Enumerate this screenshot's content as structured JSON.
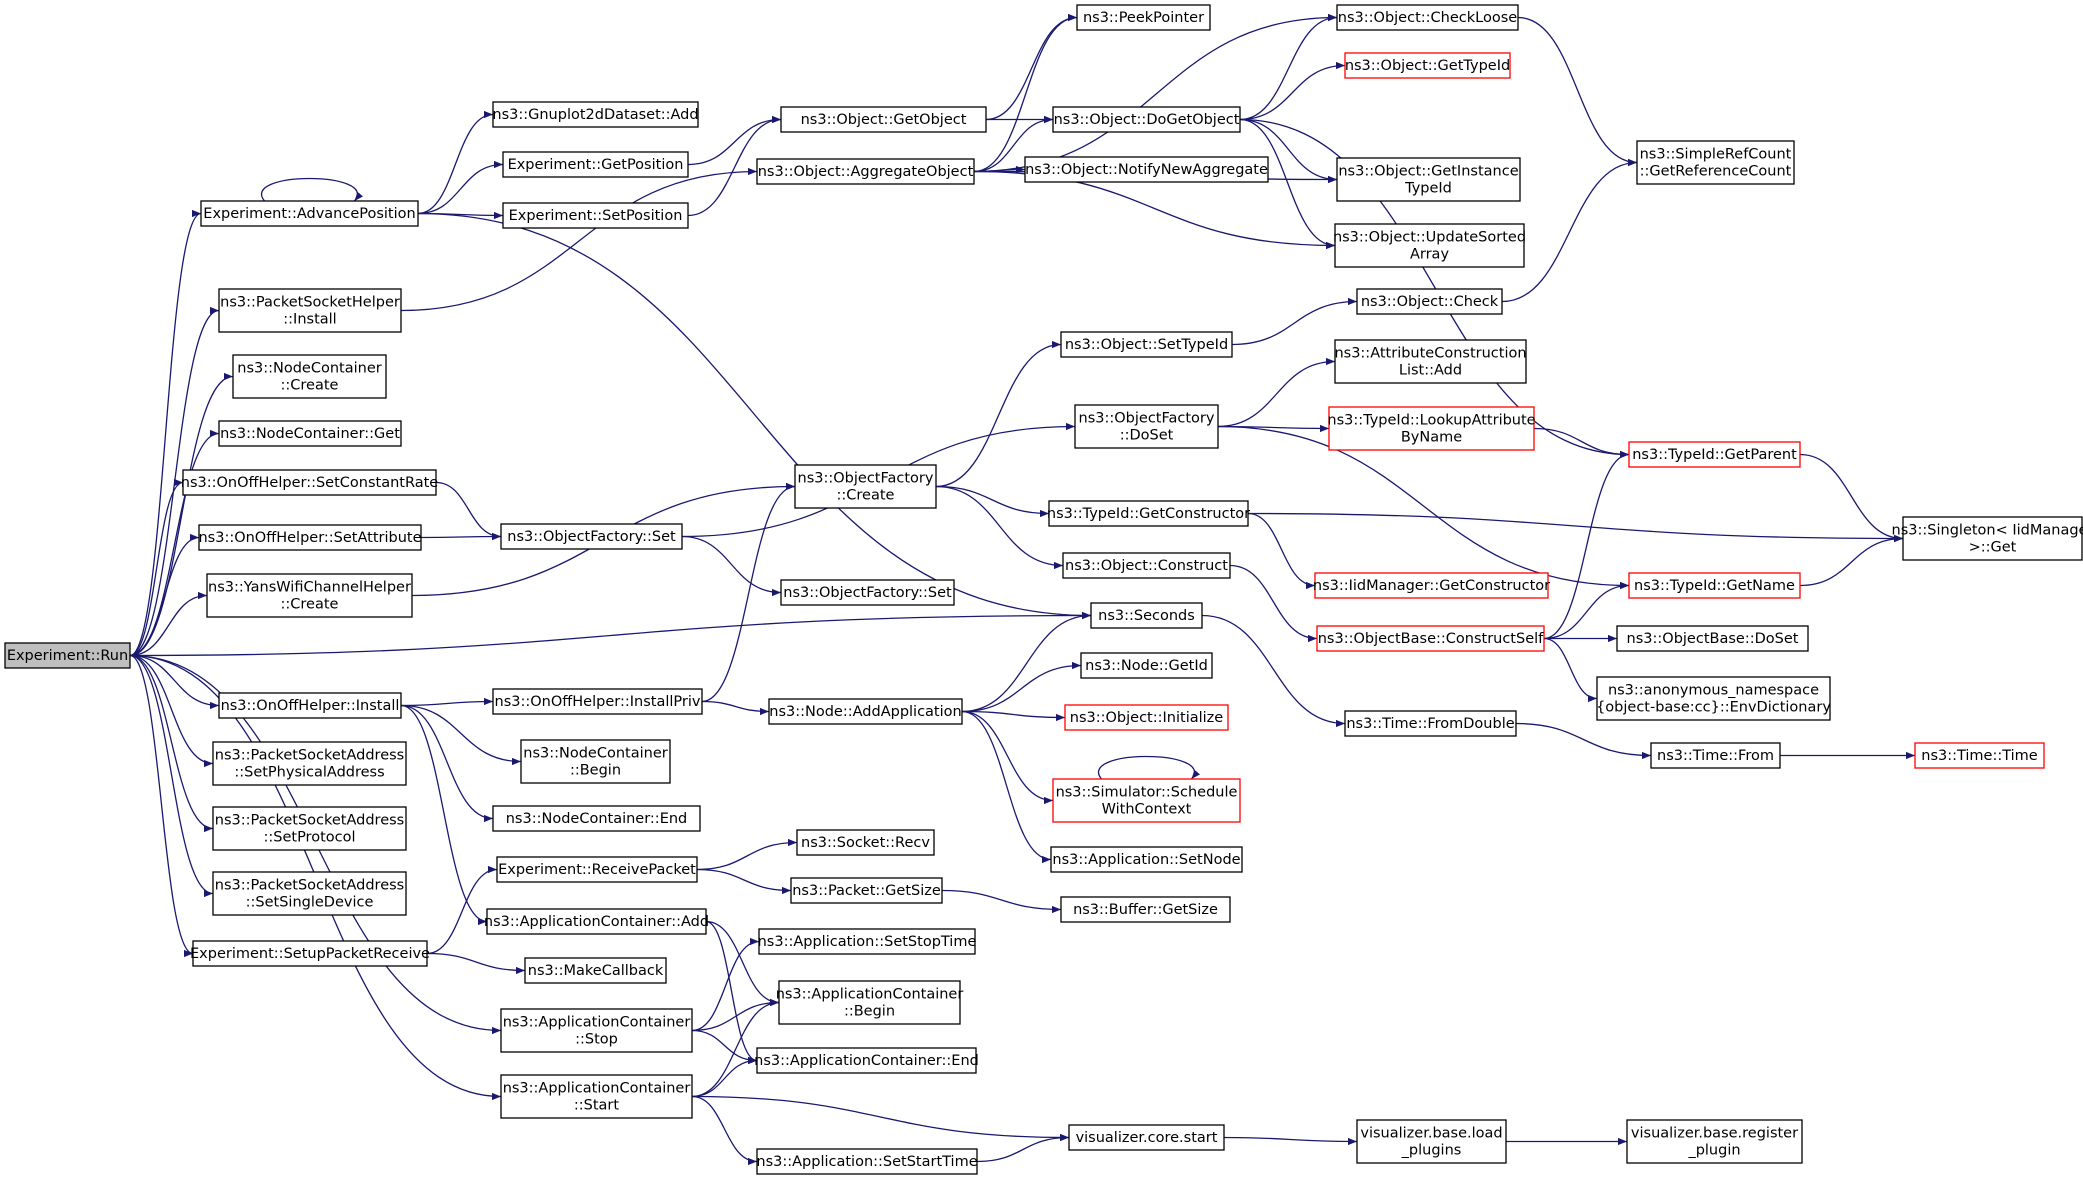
{
  "graph": {
    "nodes": [
      {
        "id": "experiment-run",
        "lines": [
          "Experiment::Run"
        ],
        "root": true
      },
      {
        "id": "advance-position",
        "lines": [
          "Experiment::AdvancePosition"
        ]
      },
      {
        "id": "packet-socket-helper-install",
        "lines": [
          "ns3::PacketSocketHelper",
          "::Install"
        ]
      },
      {
        "id": "node-container-create",
        "lines": [
          "ns3::NodeContainer",
          "::Create"
        ]
      },
      {
        "id": "node-container-get",
        "lines": [
          "ns3::NodeContainer::Get"
        ]
      },
      {
        "id": "onoff-set-constant-rate",
        "lines": [
          "ns3::OnOffHelper::SetConstantRate"
        ]
      },
      {
        "id": "onoff-set-attribute",
        "lines": [
          "ns3::OnOffHelper::SetAttribute"
        ]
      },
      {
        "id": "yans-wifi-channel-create",
        "lines": [
          "ns3::YansWifiChannelHelper",
          "::Create"
        ]
      },
      {
        "id": "onoff-install",
        "lines": [
          "ns3::OnOffHelper::Install"
        ]
      },
      {
        "id": "psa-set-physical-address",
        "lines": [
          "ns3::PacketSocketAddress",
          "::SetPhysicalAddress"
        ]
      },
      {
        "id": "psa-set-protocol",
        "lines": [
          "ns3::PacketSocketAddress",
          "::SetProtocol"
        ]
      },
      {
        "id": "psa-set-single-device",
        "lines": [
          "ns3::PacketSocketAddress",
          "::SetSingleDevice"
        ]
      },
      {
        "id": "setup-packet-receive",
        "lines": [
          "Experiment::SetupPacketReceive"
        ]
      },
      {
        "id": "gnuplot-add",
        "lines": [
          "ns3::Gnuplot2dDataset::Add"
        ]
      },
      {
        "id": "get-position",
        "lines": [
          "Experiment::GetPosition"
        ]
      },
      {
        "id": "set-position",
        "lines": [
          "Experiment::SetPosition"
        ]
      },
      {
        "id": "object-factory-set-a",
        "lines": [
          "ns3::ObjectFactory::Set"
        ]
      },
      {
        "id": "onoff-install-priv",
        "lines": [
          "ns3::OnOffHelper::InstallPriv"
        ]
      },
      {
        "id": "node-container-begin",
        "lines": [
          "ns3::NodeContainer",
          "::Begin"
        ]
      },
      {
        "id": "node-container-end",
        "lines": [
          "ns3::NodeContainer::End"
        ]
      },
      {
        "id": "receive-packet",
        "lines": [
          "Experiment::ReceivePacket"
        ]
      },
      {
        "id": "app-container-add",
        "lines": [
          "ns3::ApplicationContainer::Add"
        ]
      },
      {
        "id": "make-callback",
        "lines": [
          "ns3::MakeCallback"
        ]
      },
      {
        "id": "app-container-stop",
        "lines": [
          "ns3::ApplicationContainer",
          "::Stop"
        ]
      },
      {
        "id": "app-container-start",
        "lines": [
          "ns3::ApplicationContainer",
          "::Start"
        ]
      },
      {
        "id": "object-get-object",
        "lines": [
          "ns3::Object::GetObject"
        ]
      },
      {
        "id": "object-aggregate-object",
        "lines": [
          "ns3::Object::AggregateObject"
        ]
      },
      {
        "id": "object-factory-create",
        "lines": [
          "ns3::ObjectFactory",
          "::Create"
        ]
      },
      {
        "id": "object-factory-set-b",
        "lines": [
          "ns3::ObjectFactory::Set"
        ]
      },
      {
        "id": "node-add-application",
        "lines": [
          "ns3::Node::AddApplication"
        ]
      },
      {
        "id": "socket-recv",
        "lines": [
          "ns3::Socket::Recv"
        ]
      },
      {
        "id": "packet-get-size",
        "lines": [
          "ns3::Packet::GetSize"
        ]
      },
      {
        "id": "app-set-stop-time",
        "lines": [
          "ns3::Application::SetStopTime"
        ]
      },
      {
        "id": "app-container-begin",
        "lines": [
          "ns3::ApplicationContainer",
          "::Begin"
        ]
      },
      {
        "id": "app-container-end",
        "lines": [
          "ns3::ApplicationContainer::End"
        ]
      },
      {
        "id": "app-set-start-time",
        "lines": [
          "ns3::Application::SetStartTime"
        ]
      },
      {
        "id": "peek-pointer",
        "lines": [
          "ns3::PeekPointer"
        ]
      },
      {
        "id": "object-do-get-object",
        "lines": [
          "ns3::Object::DoGetObject"
        ]
      },
      {
        "id": "object-notify-new-aggregate",
        "lines": [
          "ns3::Object::NotifyNewAggregate"
        ]
      },
      {
        "id": "object-set-type-id",
        "lines": [
          "ns3::Object::SetTypeId"
        ]
      },
      {
        "id": "object-factory-do-set",
        "lines": [
          "ns3::ObjectFactory",
          "::DoSet"
        ]
      },
      {
        "id": "typeid-get-constructor",
        "lines": [
          "ns3::TypeId::GetConstructor"
        ]
      },
      {
        "id": "object-construct",
        "lines": [
          "ns3::Object::Construct"
        ]
      },
      {
        "id": "seconds",
        "lines": [
          "ns3::Seconds"
        ]
      },
      {
        "id": "node-get-id",
        "lines": [
          "ns3::Node::GetId"
        ]
      },
      {
        "id": "object-initialize",
        "lines": [
          "ns3::Object::Initialize"
        ],
        "truncated": true
      },
      {
        "id": "simulator-schedule-with-context",
        "lines": [
          "ns3::Simulator::Schedule",
          "WithContext"
        ],
        "truncated": true
      },
      {
        "id": "app-set-node",
        "lines": [
          "ns3::Application::SetNode"
        ]
      },
      {
        "id": "buffer-get-size",
        "lines": [
          "ns3::Buffer::GetSize"
        ]
      },
      {
        "id": "visualizer-core-start",
        "lines": [
          "visualizer.core.start"
        ]
      },
      {
        "id": "object-check-loose",
        "lines": [
          "ns3::Object::CheckLoose"
        ]
      },
      {
        "id": "object-get-type-id",
        "lines": [
          "ns3::Object::GetTypeId"
        ],
        "truncated": true
      },
      {
        "id": "object-get-instance-type-id",
        "lines": [
          "ns3::Object::GetInstance",
          "TypeId"
        ]
      },
      {
        "id": "object-update-sorted-array",
        "lines": [
          "ns3::Object::UpdateSorted",
          "Array"
        ]
      },
      {
        "id": "object-check",
        "lines": [
          "ns3::Object::Check"
        ]
      },
      {
        "id": "attribute-construction-list-add",
        "lines": [
          "ns3::AttributeConstruction",
          "List::Add"
        ]
      },
      {
        "id": "typeid-lookup-attribute-by-name",
        "lines": [
          "ns3::TypeId::LookupAttribute",
          "ByName"
        ],
        "truncated": true
      },
      {
        "id": "iidmanager-get-constructor",
        "lines": [
          "ns3::IidManager::GetConstructor"
        ],
        "truncated": true
      },
      {
        "id": "objectbase-construct-self",
        "lines": [
          "ns3::ObjectBase::ConstructSelf"
        ],
        "truncated": true
      },
      {
        "id": "time-from-double",
        "lines": [
          "ns3::Time::FromDouble"
        ]
      },
      {
        "id": "visualizer-base-load-plugins",
        "lines": [
          "visualizer.base.load",
          "_plugins"
        ]
      },
      {
        "id": "simple-ref-count-get-reference-count",
        "lines": [
          "ns3::SimpleRefCount",
          "::GetReferenceCount"
        ]
      },
      {
        "id": "typeid-get-parent",
        "lines": [
          "ns3::TypeId::GetParent"
        ],
        "truncated": true
      },
      {
        "id": "typeid-get-name",
        "lines": [
          "ns3::TypeId::GetName"
        ],
        "truncated": true
      },
      {
        "id": "objectbase-do-set",
        "lines": [
          "ns3::ObjectBase::DoSet"
        ]
      },
      {
        "id": "anonymous-namespace-env-dictionary",
        "lines": [
          "ns3::anonymous_namespace",
          "{object-base:cc}::EnvDictionary"
        ]
      },
      {
        "id": "time-from",
        "lines": [
          "ns3::Time::From"
        ]
      },
      {
        "id": "visualizer-base-register-plugin",
        "lines": [
          "visualizer.base.register",
          "_plugin"
        ]
      },
      {
        "id": "singleton-iidmanager-get",
        "lines": [
          "ns3::Singleton< IidManager",
          ">::Get"
        ]
      },
      {
        "id": "time-time",
        "lines": [
          "ns3::Time::Time"
        ],
        "truncated": true
      }
    ],
    "edges": [
      [
        "experiment-run",
        "advance-position"
      ],
      [
        "experiment-run",
        "packet-socket-helper-install"
      ],
      [
        "experiment-run",
        "node-container-create"
      ],
      [
        "experiment-run",
        "node-container-get"
      ],
      [
        "experiment-run",
        "onoff-set-constant-rate"
      ],
      [
        "experiment-run",
        "onoff-set-attribute"
      ],
      [
        "experiment-run",
        "yans-wifi-channel-create"
      ],
      [
        "experiment-run",
        "seconds"
      ],
      [
        "experiment-run",
        "onoff-install"
      ],
      [
        "experiment-run",
        "psa-set-physical-address"
      ],
      [
        "experiment-run",
        "psa-set-protocol"
      ],
      [
        "experiment-run",
        "psa-set-single-device"
      ],
      [
        "experiment-run",
        "setup-packet-receive"
      ],
      [
        "experiment-run",
        "app-container-stop"
      ],
      [
        "experiment-run",
        "app-container-start"
      ],
      [
        "advance-position",
        "advance-position"
      ],
      [
        "advance-position",
        "gnuplot-add"
      ],
      [
        "advance-position",
        "get-position"
      ],
      [
        "advance-position",
        "set-position"
      ],
      [
        "advance-position",
        "seconds"
      ],
      [
        "get-position",
        "object-get-object"
      ],
      [
        "set-position",
        "object-get-object"
      ],
      [
        "packet-socket-helper-install",
        "object-aggregate-object"
      ],
      [
        "onoff-set-constant-rate",
        "object-factory-set-a"
      ],
      [
        "onoff-set-attribute",
        "object-factory-set-a"
      ],
      [
        "object-factory-set-a",
        "object-factory-do-set"
      ],
      [
        "object-factory-set-a",
        "object-factory-set-b"
      ],
      [
        "yans-wifi-channel-create",
        "object-factory-create"
      ],
      [
        "onoff-install",
        "onoff-install-priv"
      ],
      [
        "onoff-install",
        "node-container-begin"
      ],
      [
        "onoff-install",
        "node-container-end"
      ],
      [
        "onoff-install",
        "app-container-add"
      ],
      [
        "onoff-install-priv",
        "object-factory-create"
      ],
      [
        "onoff-install-priv",
        "node-add-application"
      ],
      [
        "setup-packet-receive",
        "receive-packet"
      ],
      [
        "setup-packet-receive",
        "make-callback"
      ],
      [
        "receive-packet",
        "socket-recv"
      ],
      [
        "receive-packet",
        "packet-get-size"
      ],
      [
        "packet-get-size",
        "buffer-get-size"
      ],
      [
        "app-container-add",
        "app-container-begin"
      ],
      [
        "app-container-add",
        "app-container-end"
      ],
      [
        "app-container-stop",
        "app-set-stop-time"
      ],
      [
        "app-container-stop",
        "app-container-begin"
      ],
      [
        "app-container-stop",
        "app-container-end"
      ],
      [
        "app-container-start",
        "app-container-begin"
      ],
      [
        "app-container-start",
        "app-container-end"
      ],
      [
        "app-container-start",
        "app-set-start-time"
      ],
      [
        "app-container-start",
        "visualizer-core-start"
      ],
      [
        "app-set-start-time",
        "visualizer-core-start"
      ],
      [
        "visualizer-core-start",
        "visualizer-base-load-plugins"
      ],
      [
        "visualizer-base-load-plugins",
        "visualizer-base-register-plugin"
      ],
      [
        "object-get-object",
        "peek-pointer"
      ],
      [
        "object-get-object",
        "object-do-get-object"
      ],
      [
        "object-aggregate-object",
        "peek-pointer"
      ],
      [
        "object-aggregate-object",
        "object-do-get-object"
      ],
      [
        "object-aggregate-object",
        "object-check-loose"
      ],
      [
        "object-aggregate-object",
        "object-notify-new-aggregate"
      ],
      [
        "object-aggregate-object",
        "object-get-instance-type-id"
      ],
      [
        "object-aggregate-object",
        "object-update-sorted-array"
      ],
      [
        "object-do-get-object",
        "object-check-loose"
      ],
      [
        "object-do-get-object",
        "object-get-type-id"
      ],
      [
        "object-do-get-object",
        "object-get-instance-type-id"
      ],
      [
        "object-do-get-object",
        "object-update-sorted-array"
      ],
      [
        "object-do-get-object",
        "typeid-get-parent"
      ],
      [
        "object-check-loose",
        "simple-ref-count-get-reference-count"
      ],
      [
        "object-check",
        "simple-ref-count-get-reference-count"
      ],
      [
        "object-factory-create",
        "object-set-type-id"
      ],
      [
        "object-factory-create",
        "typeid-get-constructor"
      ],
      [
        "object-factory-create",
        "object-construct"
      ],
      [
        "object-set-type-id",
        "object-check"
      ],
      [
        "object-factory-do-set",
        "attribute-construction-list-add"
      ],
      [
        "object-factory-do-set",
        "typeid-lookup-attribute-by-name"
      ],
      [
        "object-factory-do-set",
        "typeid-get-name"
      ],
      [
        "typeid-lookup-attribute-by-name",
        "typeid-get-parent"
      ],
      [
        "typeid-get-constructor",
        "iidmanager-get-constructor"
      ],
      [
        "typeid-get-constructor",
        "singleton-iidmanager-get"
      ],
      [
        "object-construct",
        "objectbase-construct-self"
      ],
      [
        "objectbase-construct-self",
        "typeid-get-parent"
      ],
      [
        "objectbase-construct-self",
        "typeid-get-name"
      ],
      [
        "objectbase-construct-self",
        "objectbase-do-set"
      ],
      [
        "objectbase-construct-self",
        "anonymous-namespace-env-dictionary"
      ],
      [
        "typeid-get-parent",
        "singleton-iidmanager-get"
      ],
      [
        "typeid-get-name",
        "singleton-iidmanager-get"
      ],
      [
        "node-add-application",
        "seconds"
      ],
      [
        "node-add-application",
        "node-get-id"
      ],
      [
        "node-add-application",
        "object-initialize"
      ],
      [
        "node-add-application",
        "simulator-schedule-with-context"
      ],
      [
        "node-add-application",
        "app-set-node"
      ],
      [
        "simulator-schedule-with-context",
        "simulator-schedule-with-context"
      ],
      [
        "seconds",
        "time-from-double"
      ],
      [
        "time-from-double",
        "time-from"
      ],
      [
        "time-from",
        "time-time"
      ]
    ]
  },
  "colors": {
    "edge": "#191970",
    "node_border": "#000000",
    "truncated_border": "#ff0000",
    "root_fill": "#bfbfbf"
  }
}
